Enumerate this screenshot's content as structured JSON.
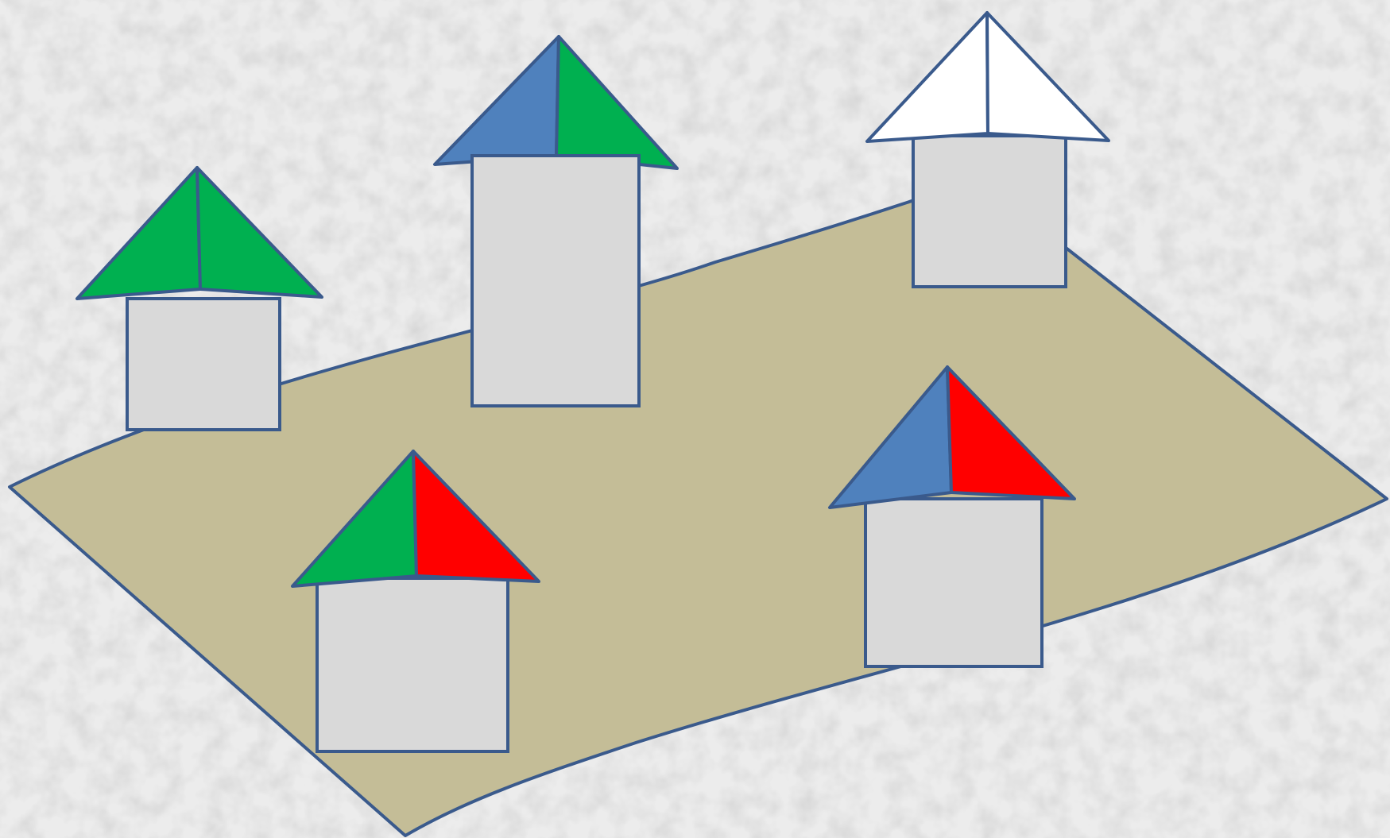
{
  "colors": {
    "background": "#e6e6e6",
    "ground_fill": "#c4bd97",
    "outline": "#3a5a8c",
    "house_body": "#d9d9d9",
    "blue": "#4f81bd",
    "green": "#00b050",
    "red": "#ff0000",
    "white": "#ffffff"
  },
  "houses": [
    {
      "name": "house-left",
      "roof_left_color": "green",
      "roof_right_color": "green"
    },
    {
      "name": "house-tall-center",
      "roof_left_color": "blue",
      "roof_right_color": "green"
    },
    {
      "name": "house-right-top",
      "roof_left_color": "white",
      "roof_right_color": "white"
    },
    {
      "name": "house-front-left",
      "roof_left_color": "green",
      "roof_right_color": "red"
    },
    {
      "name": "house-front-right",
      "roof_left_color": "blue",
      "roof_right_color": "red"
    }
  ]
}
